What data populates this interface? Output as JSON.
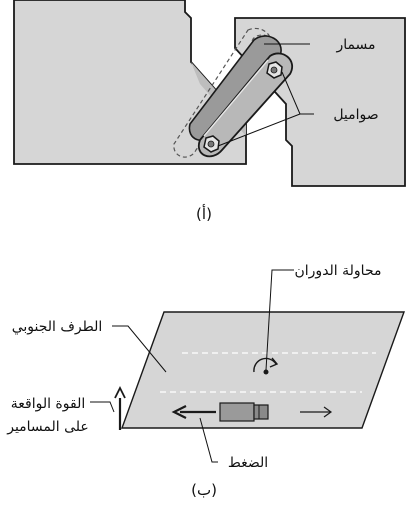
{
  "figure_a": {
    "caption": "(أ)",
    "labels": {
      "pin": "مسمار",
      "nuts": "صواميل"
    }
  },
  "figure_b": {
    "caption": "(ب)",
    "labels": {
      "rotation_attempt": "محاولة الدوران",
      "south_end": "الطرف الجنوبي",
      "pin_force_line1": "القوة الواقعة",
      "pin_force_line2": "على المسامير",
      "compression": "الضغط"
    }
  },
  "colors": {
    "panel_fill": "#d6d6d6",
    "stroke": "#1a1a1a",
    "dashed_lane": "#ffffff"
  }
}
